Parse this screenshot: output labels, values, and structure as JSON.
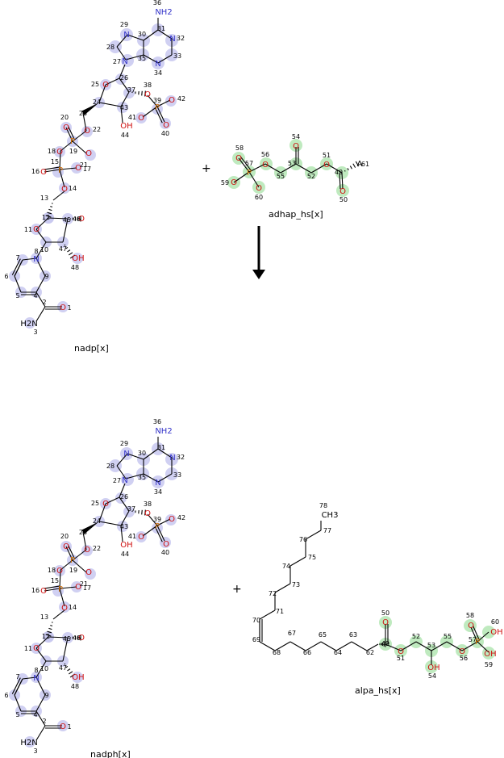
{
  "colors": {
    "highlight_purple": "#c8c8f0",
    "highlight_green": "#b4e6b4",
    "nitrogen": "#3030c8",
    "oxygen": "#d01010",
    "phosphorus": "#d07000",
    "bond": "#000000"
  },
  "reaction": {
    "plus_symbol": "+",
    "arrow_direction": "down"
  },
  "molecules": {
    "nadp": {
      "label": "nadp[x]"
    },
    "adhap": {
      "label": "adhap_hs[x]"
    },
    "nadph": {
      "label": "nadph[x]"
    },
    "alpa": {
      "label": "alpa_hs[x]"
    }
  },
  "atom_labels": {
    "nh2": "NH2",
    "h2n": "H2N",
    "n": "N",
    "o": "O",
    "oh": "OH",
    "p": "P",
    "ch3": "CH3",
    "a": "A"
  }
}
